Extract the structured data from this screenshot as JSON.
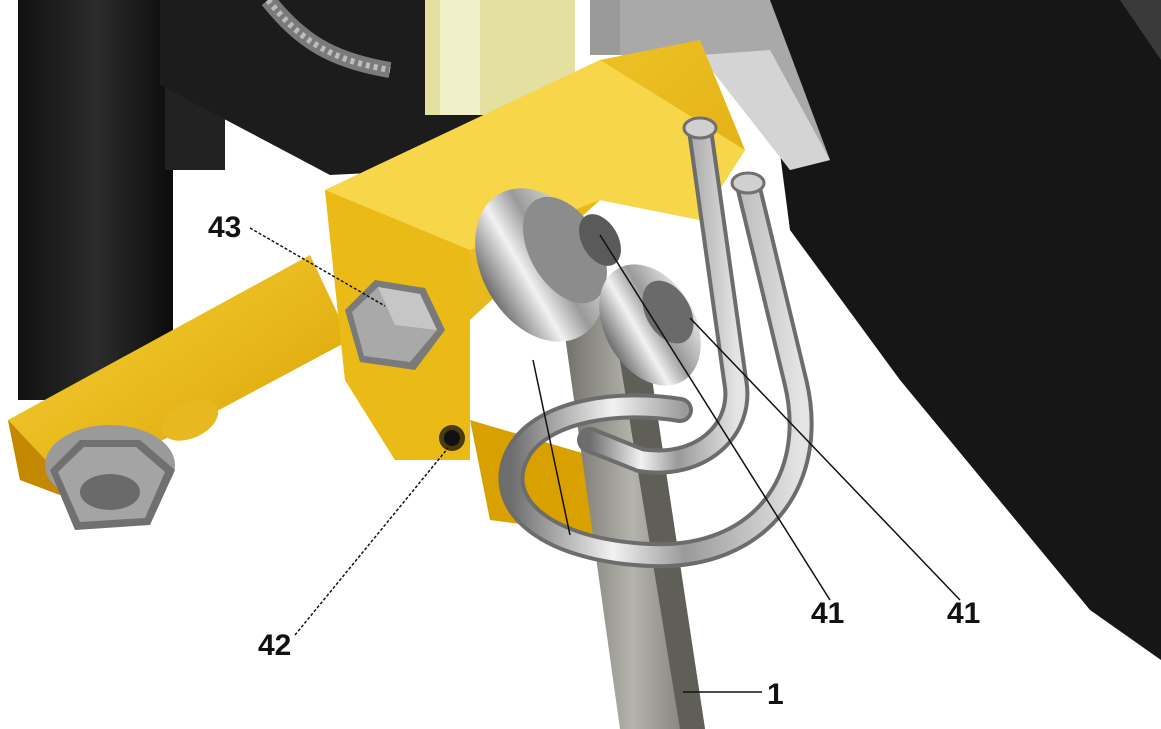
{
  "callouts": [
    {
      "id": "43",
      "label": "43"
    },
    {
      "id": "42",
      "label": "42"
    },
    {
      "id": "41a",
      "label": "41"
    },
    {
      "id": "41b",
      "label": "41"
    },
    {
      "id": "1",
      "label": "1"
    }
  ],
  "colors": {
    "background": "#ffffff",
    "bracket_yellow": "#f2c21a",
    "dark_frame": "#1a1a1a",
    "chrome": "#c8c8c8",
    "steel_bar": "#8c8c86",
    "leader_line": "#111111"
  }
}
